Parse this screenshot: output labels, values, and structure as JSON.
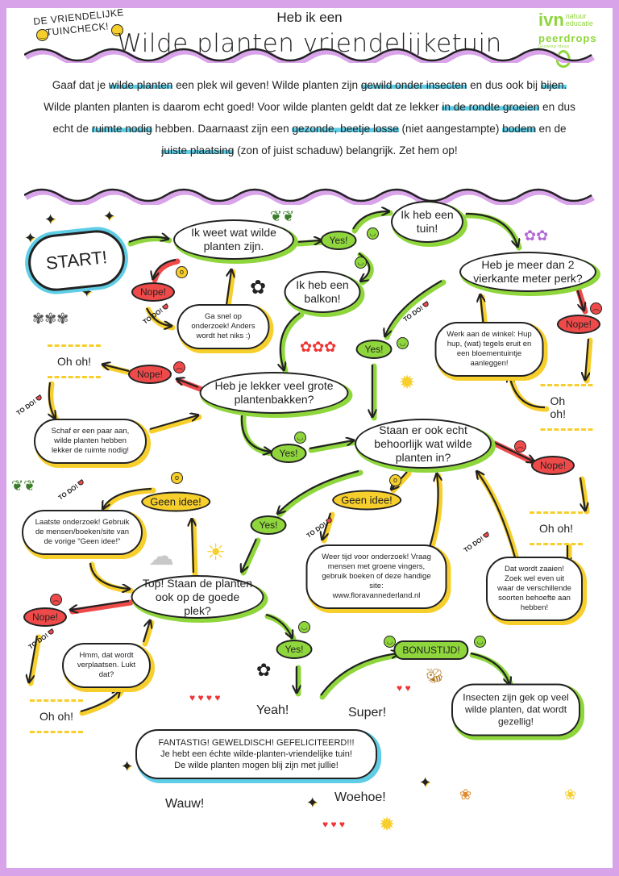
{
  "colors": {
    "border": "#d9a3ea",
    "green": "#8fd63c",
    "yellow": "#f7cf2c",
    "red": "#ef4a4a",
    "blue": "#5fcde6",
    "cloud_grey": "#c8c8c8"
  },
  "header": {
    "tag_line1": "DE VRIENDELIJKE",
    "tag_line2": "TUINCHECK!",
    "pretitle": "Heb ik een",
    "title": "Wilde planten vriendelijketuin",
    "logo_ivn": "ivn",
    "logo_ivn_sub1": "natuur",
    "logo_ivn_sub2": "educatie",
    "logo_peerdrops": "peerdrops",
    "logo_peerdrops_sub": "Growing ideas"
  },
  "intro": {
    "segments": [
      {
        "text": "Gaaf dat je ",
        "highlight": false
      },
      {
        "text": "wilde planten",
        "highlight": true
      },
      {
        "text": " een plek wil geven! Wilde planten zijn ",
        "highlight": false
      },
      {
        "text": "gewild onder insecten",
        "highlight": true
      },
      {
        "text": " en dus ook bij ",
        "highlight": false
      },
      {
        "text": "bijen.",
        "highlight": true
      },
      {
        "text": " Wilde planten planten is daarom echt goed! Voor wilde planten geldt dat ze lekker ",
        "highlight": false
      },
      {
        "text": "in de rondte groeien",
        "highlight": true
      },
      {
        "text": " en dus echt de ",
        "highlight": false
      },
      {
        "text": "ruimte nodig",
        "highlight": true
      },
      {
        "text": " hebben. Daarnaast zijn een ",
        "highlight": false
      },
      {
        "text": "gezonde, beetje losse",
        "highlight": true
      },
      {
        "text": " (niet aangestampte) ",
        "highlight": false
      },
      {
        "text": "bodem",
        "highlight": true
      },
      {
        "text": " en de ",
        "highlight": false
      },
      {
        "text": "juiste plaatsing",
        "highlight": true
      },
      {
        "text": " (zon of juist schaduw) belangrijk. Zet hem op!",
        "highlight": false
      }
    ]
  },
  "flow": {
    "start": "START!",
    "q_know": "Ik weet wat wilde planten zijn.",
    "garden": "Ik heb een tuin!",
    "balcony": "Ik heb een balkon!",
    "q_perk": "Heb je meer dan 2 vierkante meter perk?",
    "q_pots": "Heb je lekker veel grote plantenbakken?",
    "q_enough": "Staan er ook echt behoorlijk wat wilde planten in?",
    "q_place": "Top! Staan de planten ook op de goede plek?",
    "yes": "Yes!",
    "nope": "Nope!",
    "ohoh": "Oh oh!",
    "idk": "Geen idee!",
    "bonus": "BONUSTIJD!",
    "todo": "TO DO!",
    "todo_research": "Ga snel op onderzoek! Anders wordt het niks :)",
    "todo_work": "Werk aan de winkel: Hup hup, (wat) tegels eruit en een bloementuintje aanleggen!",
    "todo_pots": "Schaf er een paar aan, wilde planten hebben lekker de ruimte nodig!",
    "todo_last": "Laatste onderzoek! Gebruik de mensen/boeken/site van de vorige \"Geen idee!\"",
    "todo_time": "Weer tijd voor onderzoek! Vraag mensen met groene vingers, gebruik boeken of deze handige site:",
    "todo_site": "www.floravannederland.nl",
    "todo_sow": "Dat wordt zaaien! Zoek wel even uit waar de verschillende soorten behoefte aan hebben!",
    "todo_move": "Hmm, dat wordt verplaatsen. Lukt dat?",
    "final_1": "FANTASTIG! GEWELDISCH! GEFELICITEERD!!!",
    "final_2": "Je hebt een échte wilde-planten-vriendelijke tuin!",
    "final_3": "De wilde planten mogen blij zijn met jullie!",
    "insects": "Insecten zijn gek op veel wilde planten, dat wordt gezellig!",
    "yeah": "Yeah!",
    "super": "Super!",
    "wauw": "Wauw!",
    "woehoe": "Woehoe!"
  }
}
